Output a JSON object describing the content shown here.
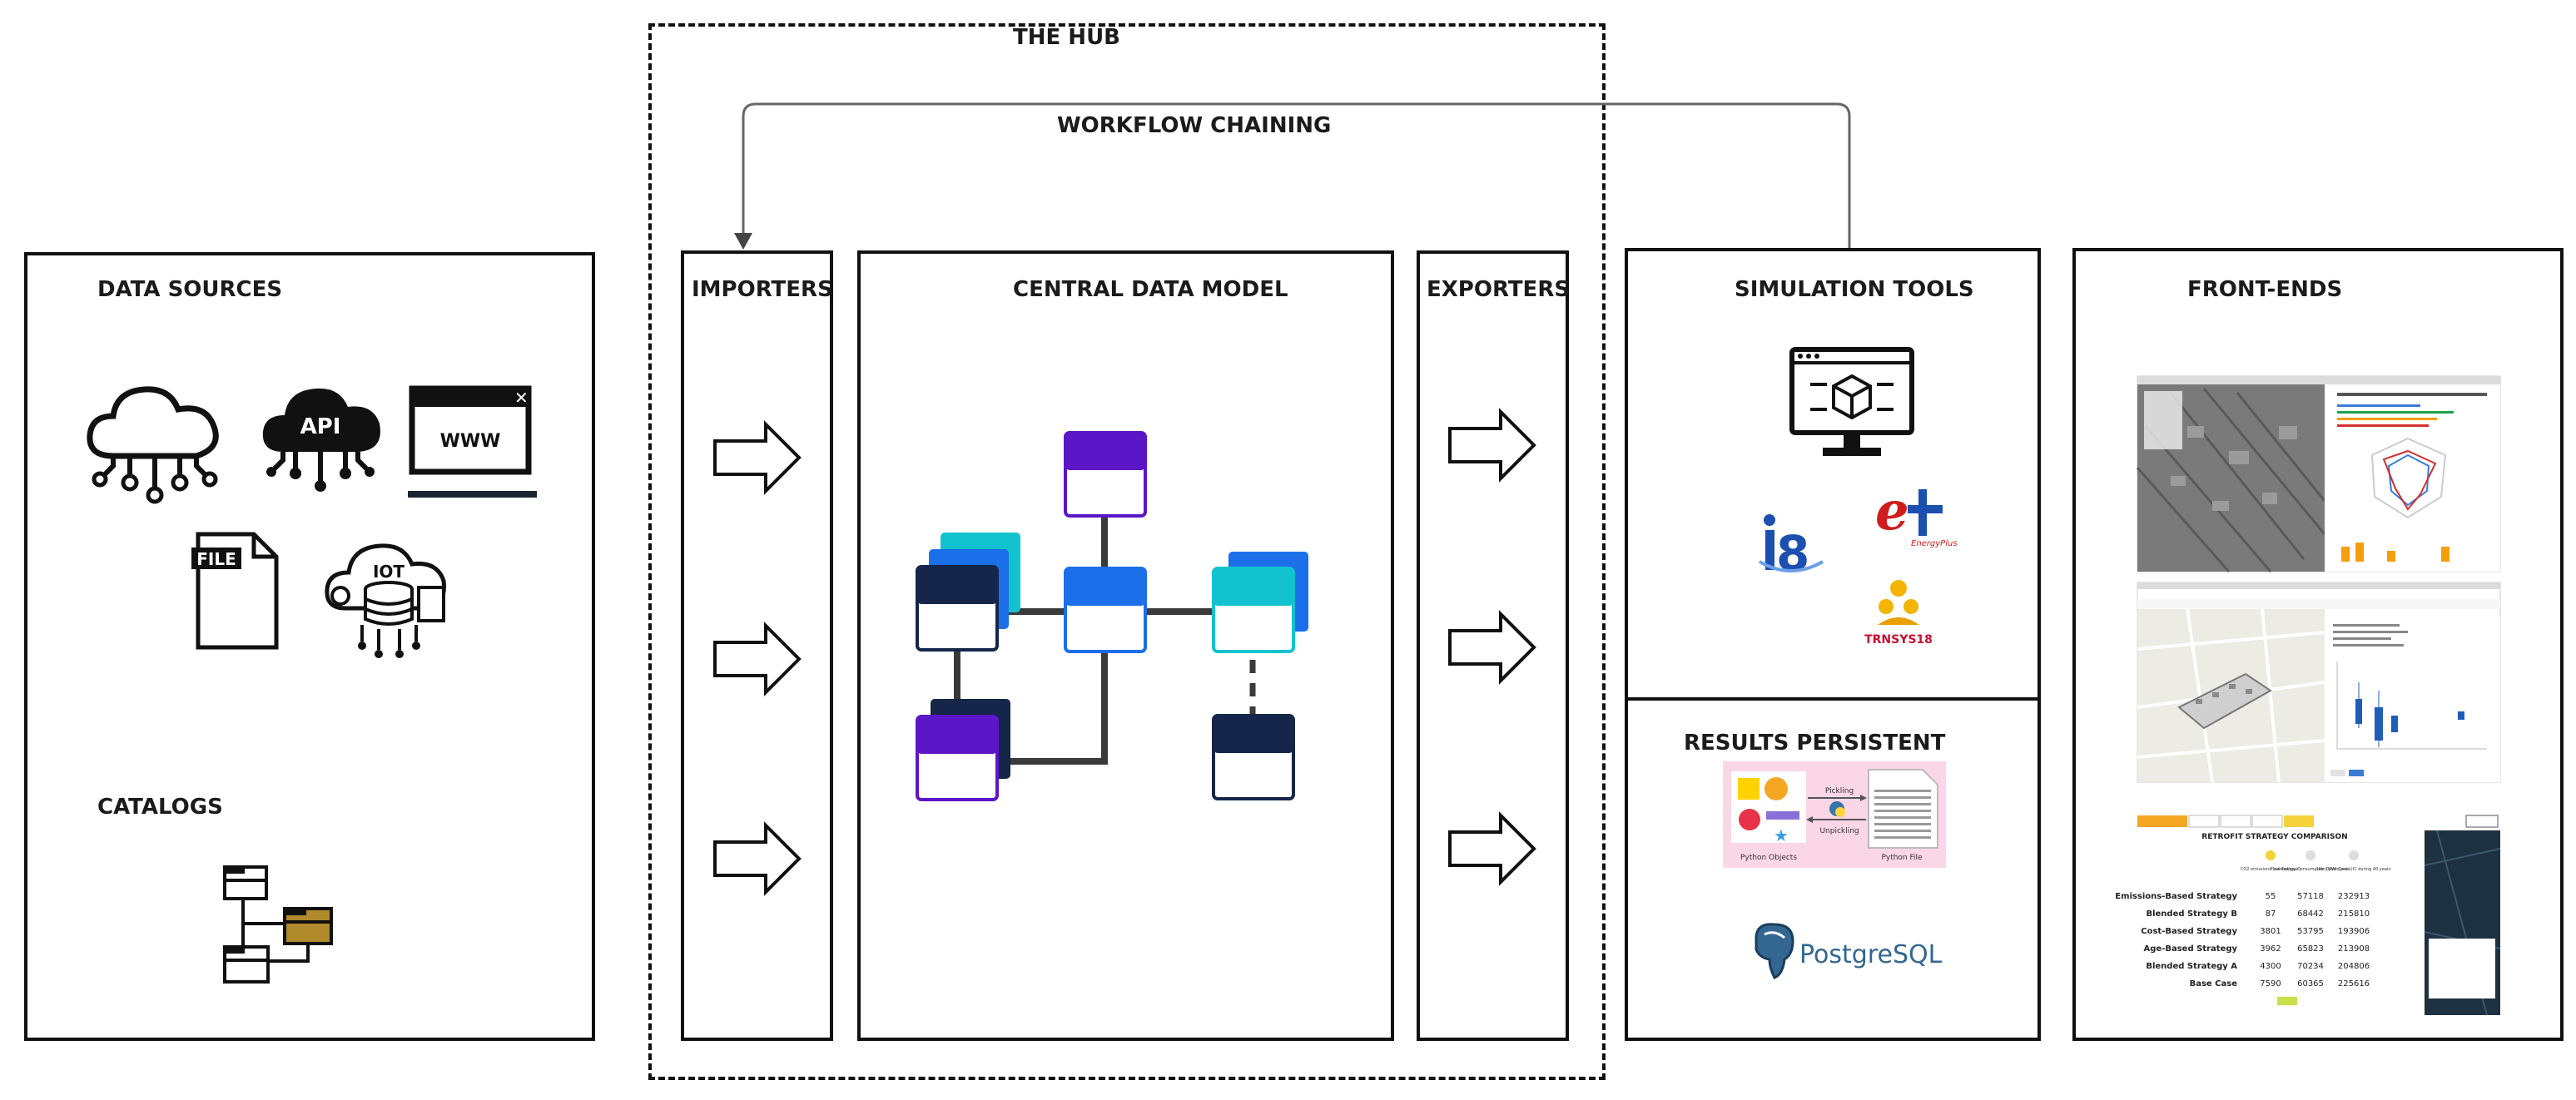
{
  "hub": {
    "title": "THE HUB",
    "workflow_label": "WORKFLOW CHAINING"
  },
  "panels": {
    "data_sources": {
      "title": "DATA SOURCES",
      "catalogs_title": "CATALOGS"
    },
    "importers": {
      "title": "IMPORTERS"
    },
    "central": {
      "title": "CENTRAL DATA MODEL"
    },
    "exporters": {
      "title": "EXPORTERS"
    },
    "simulation": {
      "title": "SIMULATION TOOLS",
      "tool_labels": {
        "trnsys": "TRNSYS18"
      }
    },
    "results": {
      "title": "RESULTS  PERSISTENT",
      "pickle": {
        "pickling": "Pickling",
        "unpickling": "Unpickling",
        "python_objects": "Python Objects",
        "python_file": "Python File"
      },
      "postgres": "PostgreSQL"
    },
    "frontends": {
      "title": "FRONT-ENDS"
    }
  },
  "icons": {
    "cloud": "cloud-network-icon",
    "api": "api-cloud-icon",
    "www": "web-browser-icon",
    "file": "file-icon",
    "iot": "iot-database-icon",
    "catalog": "catalog-tree-icon",
    "monitor": "monitor-cube-icon"
  },
  "source_icon_labels": {
    "api": "API",
    "www": "WWW",
    "file": "FILE",
    "iot": "IOT"
  },
  "retrofit_table": {
    "header": "RETROFIT STRATEGY COMPARISON",
    "columns": [
      "CO2 emissions (annual/year)",
      "Final Energy Consumption (MWh/year)",
      "Life Cycle Costs (€) during 40 years"
    ],
    "rows": [
      {
        "name": "Emissions-Based Strategy",
        "values": [
          "55",
          "57118",
          "232913"
        ]
      },
      {
        "name": "Blended Strategy B",
        "values": [
          "87",
          "68442",
          "215810"
        ]
      },
      {
        "name": "Cost-Based Strategy",
        "values": [
          "3801",
          "53795",
          "193906"
        ]
      },
      {
        "name": "Age-Based Strategy",
        "values": [
          "3962",
          "65823",
          "213908"
        ]
      },
      {
        "name": "Blended Strategy A",
        "values": [
          "4300",
          "70234",
          "204806"
        ]
      },
      {
        "name": "Base Case",
        "values": [
          "7590",
          "60365",
          "225616"
        ]
      }
    ]
  },
  "colors": {
    "navy": "#15264a",
    "purple": "#5b16c8",
    "blue": "#1b6fe8",
    "teal": "#12c3cf",
    "gold": "#b08a2b",
    "orange": "#f59e0b"
  }
}
